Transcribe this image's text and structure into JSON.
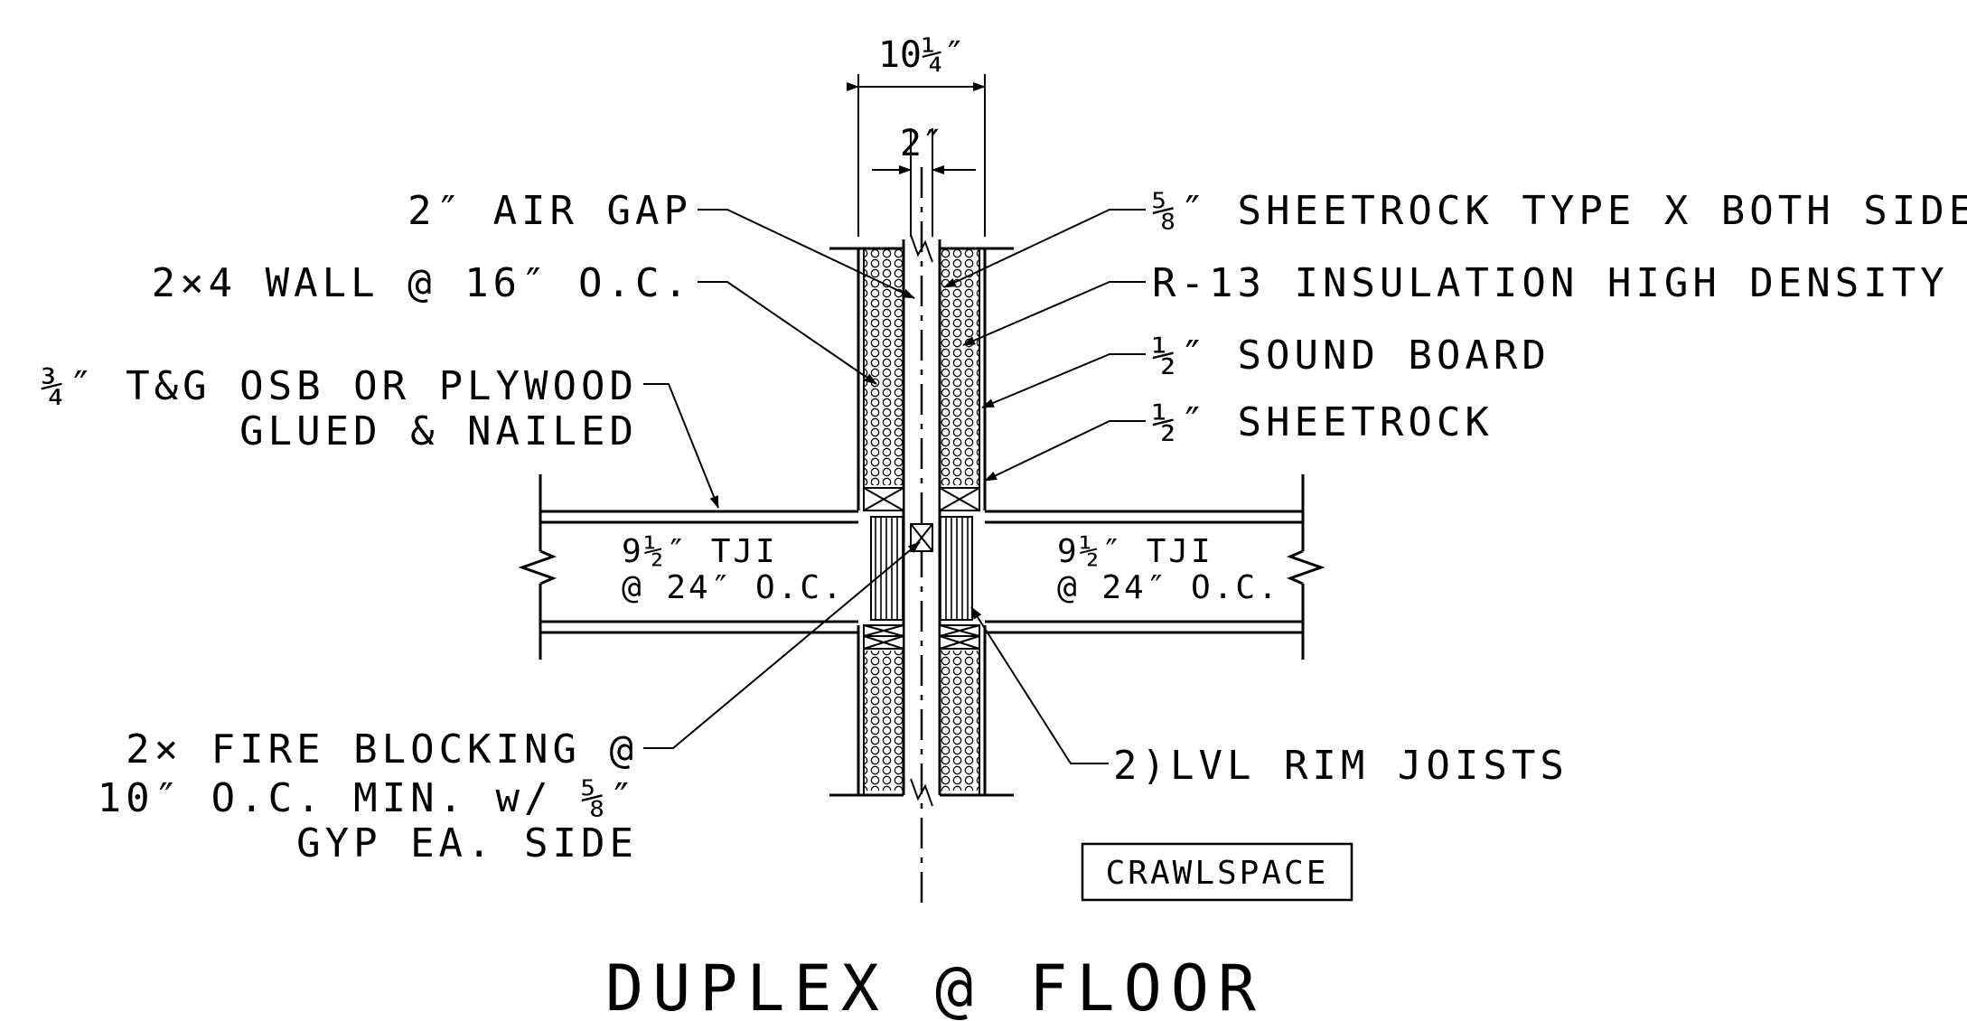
{
  "drawing": {
    "title": "DUPLEX @ FLOOR",
    "dimensions": {
      "overall_width": "10¼″",
      "gap_width": "2″"
    },
    "callouts": {
      "air_gap": "2″ AIR GAP",
      "wall": "2×4 WALL @ 16″ O.C.",
      "subfloor_line1": "¾″ T&G OSB OR PLYWOOD",
      "subfloor_line2": "GLUED & NAILED",
      "sheetrock_type_x": "⅝″ SHEETROCK TYPE X BOTH SIDES",
      "insulation": "R-13 INSULATION HIGH DENSITY",
      "sound_board": "½″ SOUND BOARD",
      "sheetrock": "½″ SHEETROCK",
      "fire_blocking_line1": "2× FIRE BLOCKING @",
      "fire_blocking_line2": "10″ O.C. MIN. w/ ⅝″",
      "fire_blocking_line3": "GYP EA. SIDE",
      "rim_joists": "2)LVL RIM JOISTS"
    },
    "joists": {
      "left_line1": "9½″ TJI",
      "left_line2": "@ 24″ O.C.",
      "right_line1": "9½″ TJI",
      "right_line2": "@ 24″ O.C."
    },
    "tag": "CRAWLSPACE"
  }
}
